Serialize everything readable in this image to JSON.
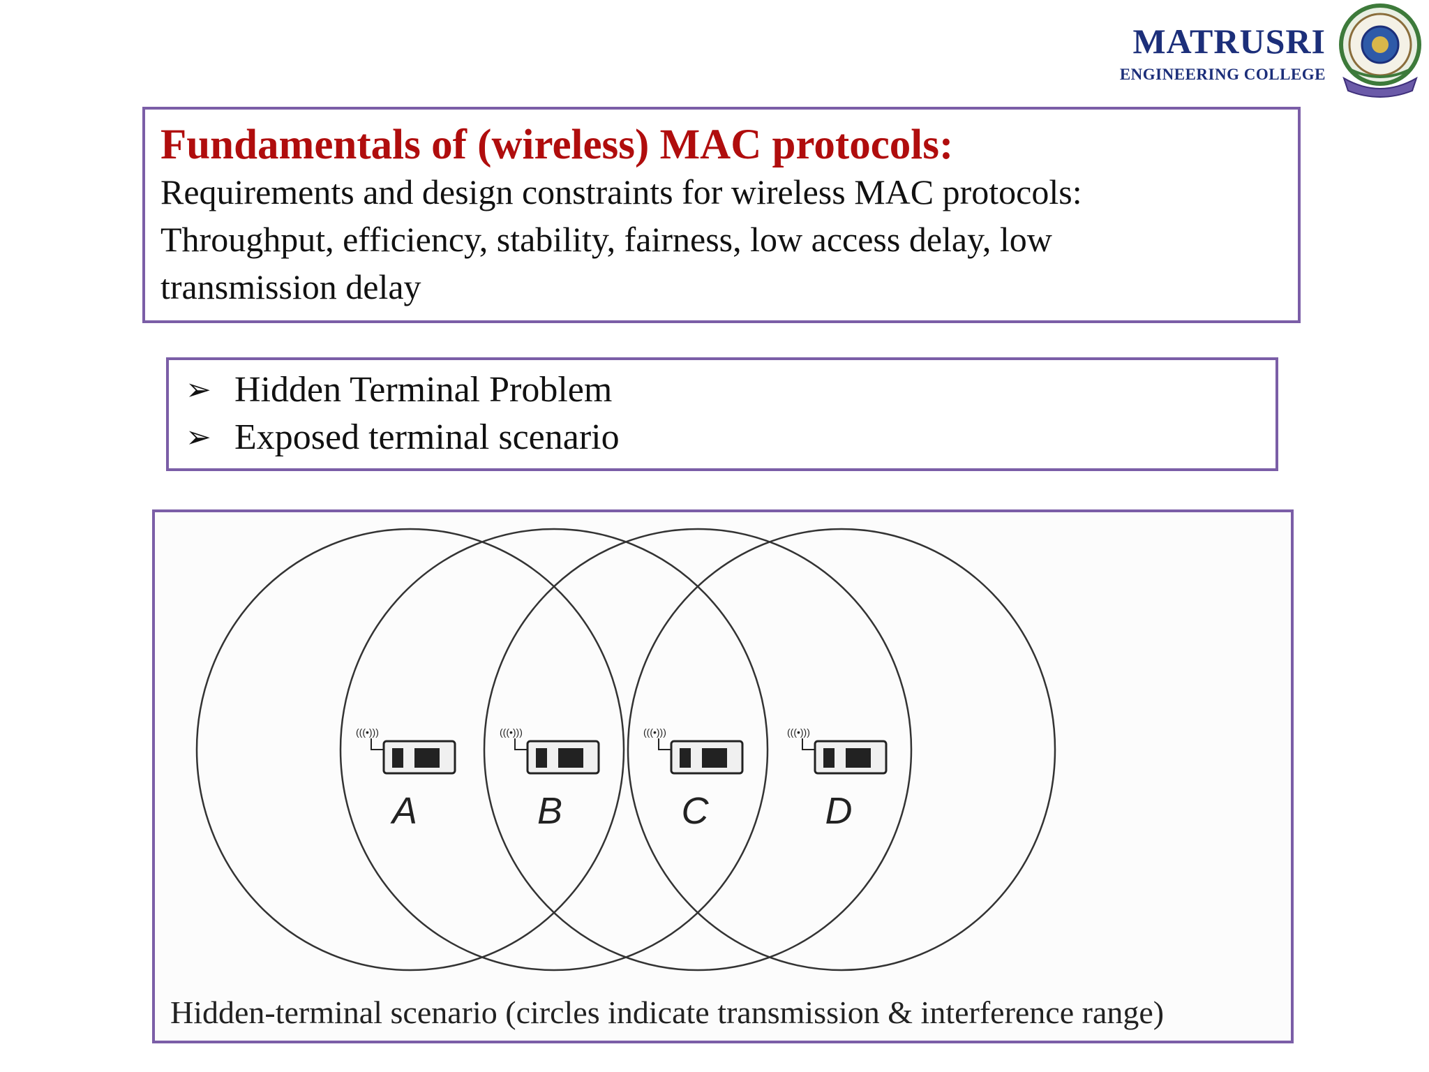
{
  "logo": {
    "name": "MATRUSRI",
    "subtitle": "ENGINEERING COLLEGE"
  },
  "title_box": {
    "heading": "Fundamentals of (wireless) MAC protocols:",
    "lines": [
      "Requirements and design constraints for wireless MAC protocols:",
      "Throughput, efficiency, stability, fairness, low access delay, low",
      "transmission delay"
    ]
  },
  "bullets": [
    "Hidden Terminal Problem",
    "Exposed terminal scenario"
  ],
  "diagram": {
    "nodes": [
      "A",
      "B",
      "C",
      "D"
    ],
    "caption": "Hidden-terminal scenario (circles indicate transmission & interference range)"
  },
  "colors": {
    "heading": "#b00d0d",
    "border": "#7b5ea7",
    "logo": "#1c2f7a"
  }
}
